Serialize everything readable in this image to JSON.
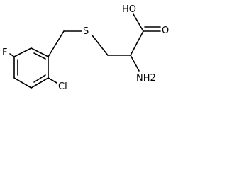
{
  "molecule": {
    "atoms": {
      "hydroxyl": "HO",
      "carbonyl_oxygen": "O",
      "sulfur": "S",
      "fluorine": "F",
      "chlorine": "Cl",
      "amino": "NH2"
    },
    "colors": {
      "bond": "#000000",
      "label": "#000000"
    }
  }
}
